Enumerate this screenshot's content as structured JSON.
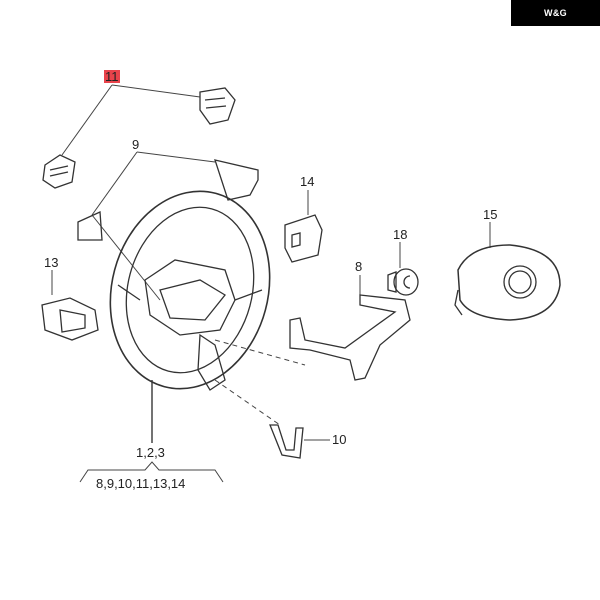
{
  "logo": {
    "text": "W&G"
  },
  "labels": {
    "l11": "11",
    "l9": "9",
    "l14": "14",
    "l13": "13",
    "l18": "18",
    "l15": "15",
    "l8": "8",
    "l10": "10",
    "l123": "1,2,3",
    "group": "8,9,10,11,13,14"
  },
  "colors": {
    "highlight": "#e8434b",
    "line": "#333333"
  }
}
